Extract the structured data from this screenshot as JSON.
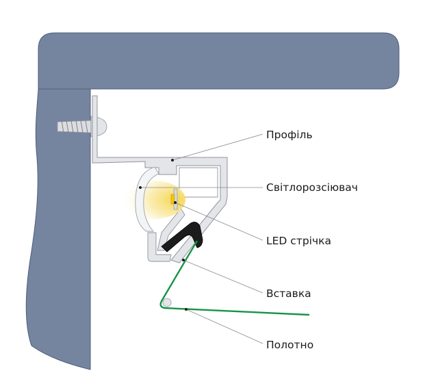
{
  "diagram": {
    "colors": {
      "structure": "#7585a0",
      "structure_stroke": "#4f5d78",
      "aluminium": "#e3e5e8",
      "aluminium_stroke": "#8f949b",
      "diffuser": "#f3f4f6",
      "insert": "#1c1c1c",
      "canvas": "#159447",
      "led_glow": "#f7df7a",
      "leader": "#8a8a8a"
    },
    "labels": {
      "profile": "Профіль",
      "diffuser": "Світлорозсіювач",
      "led_strip": "LED стрічка",
      "insert": "Вставка",
      "canvas": "Полотно"
    }
  }
}
